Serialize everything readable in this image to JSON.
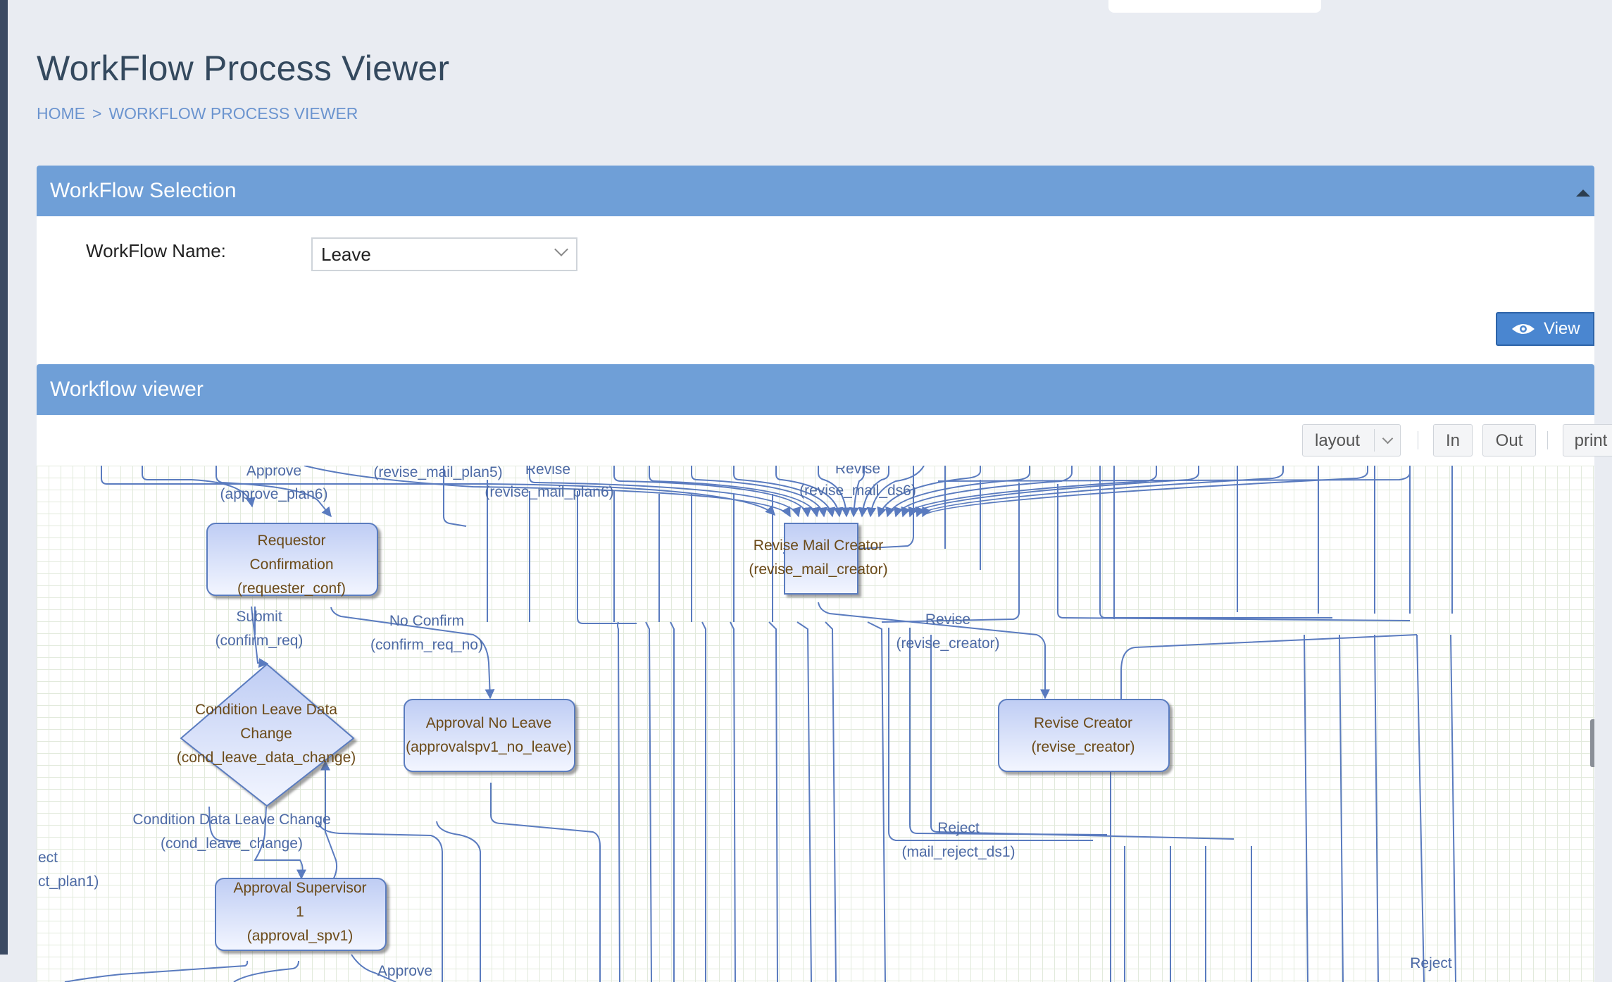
{
  "header": {
    "title": "WorkFlow Process Viewer",
    "breadcrumb": {
      "home": "HOME",
      "separator": ">",
      "current": "WORKFLOW PROCESS VIEWER"
    }
  },
  "selection_panel": {
    "title": "WorkFlow Selection",
    "field_label": "WorkFlow Name:",
    "selected_value": "Leave",
    "view_button": "View"
  },
  "viewer_panel": {
    "title": "Workflow viewer",
    "toolbar": {
      "layout": "layout",
      "zoom_in": "In",
      "zoom_out": "Out",
      "print": "print"
    }
  },
  "diagram": {
    "nodes": {
      "requestor": [
        "Requestor",
        "Confirmation",
        "(requester_conf)"
      ],
      "revise_mail": [
        "Revise Mail Creator",
        "(revise_mail_creator)"
      ],
      "cond_leave": [
        "Condition Leave Data",
        "Change",
        "(cond_leave_data_change)"
      ],
      "approval_no_leave": [
        "Approval No Leave",
        "(approvalspv1_no_leave)"
      ],
      "revise_creator": [
        "Revise Creator",
        "(revise_creator)"
      ],
      "approval_spv1": [
        "Approval Supervisor",
        "1",
        "(approval_spv1)"
      ]
    },
    "edge_labels": {
      "approve_plan6": [
        "Approve",
        "(approve_plan6)"
      ],
      "revise_mail_plan5": [
        "(revise_mail_plan5)"
      ],
      "revise_mail_plan6": [
        "Revise",
        "(revise_mail_plan6)"
      ],
      "revise_mail_ds6": [
        "Revise",
        "(revise_mail_ds6)"
      ],
      "confirm_req": [
        "Submit",
        "(confirm_req)"
      ],
      "confirm_req_no": [
        "No Confirm",
        "(confirm_req_no)"
      ],
      "revise_creator": [
        "Revise",
        "(revise_creator)"
      ],
      "cond_leave_change": [
        "Condition Data Leave Change",
        "(cond_leave_change)"
      ],
      "mail_reject_ds1": [
        "Reject",
        "(mail_reject_ds1)"
      ],
      "reject_plan1": [
        "ect",
        "ct_plan1)"
      ],
      "approve_bottom": [
        "Approve"
      ],
      "reject_bottom": [
        "Reject"
      ]
    }
  },
  "colors": {
    "accent": "#6f9fd7",
    "edge": "#5a7bbf",
    "node_fill": "#cdd9f6",
    "node_text": "#6b4a18"
  }
}
